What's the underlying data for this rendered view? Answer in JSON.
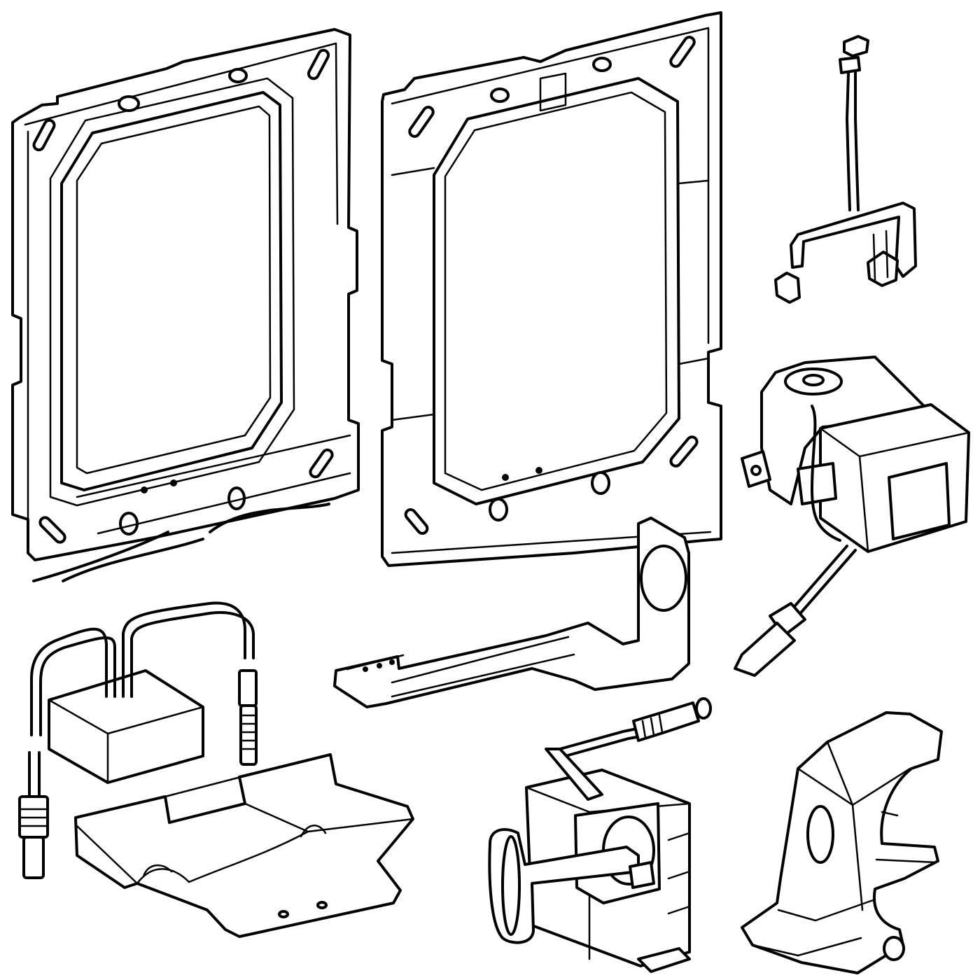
{
  "figure": {
    "kind": "exploded parts drawing",
    "text_labels": [],
    "line_color": "#000000",
    "background_color": "#ffffff"
  },
  "parts": [
    {
      "id": "mounting-frame-left",
      "icon": "rectangular-frame-icon"
    },
    {
      "id": "mounting-frame-right",
      "icon": "rectangular-frame-icon"
    },
    {
      "id": "wire-clip-bracket",
      "icon": "clip-icon"
    },
    {
      "id": "sensor-module",
      "icon": "sensor-box-icon"
    },
    {
      "id": "l-bracket",
      "icon": "bracket-icon"
    },
    {
      "id": "power-supply-with-cables",
      "icon": "power-supply-icon"
    },
    {
      "id": "cover-plate",
      "icon": "plate-icon"
    },
    {
      "id": "valve-actuator-with-key",
      "icon": "valve-icon"
    },
    {
      "id": "support-housing",
      "icon": "housing-icon"
    }
  ]
}
